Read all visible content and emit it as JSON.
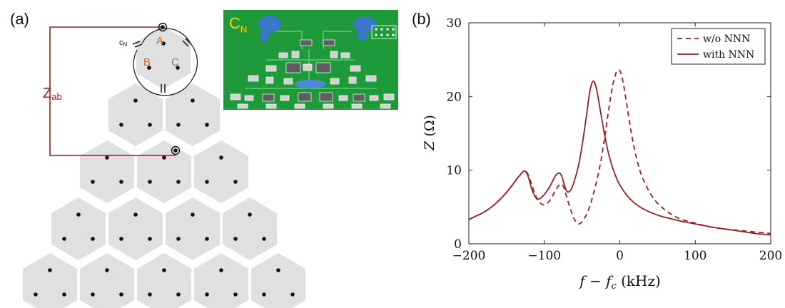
{
  "panels": {
    "a": {
      "label": "(a)"
    },
    "b": {
      "label": "(b)"
    }
  },
  "lattice": {
    "sites": [
      "A",
      "B",
      "C"
    ],
    "coupling_label": "c",
    "coupling_sub": "N",
    "impedance_label": "Z",
    "impedance_sub": "ab",
    "colors": {
      "hex": "#e0e0e0",
      "dot": "#111111",
      "wire": "#9a1f24",
      "site_label": "#c86a2a"
    }
  },
  "pcb_photo": {
    "label": "C",
    "label_sub": "N",
    "colors": {
      "board": "#1f9a3a",
      "label": "#ffd400",
      "capacitor": "#3a78c8"
    }
  },
  "chart_data": {
    "type": "line",
    "xlabel": "f − f",
    "xlabel_sub": "c",
    "xlabel_unit": " (kHz)",
    "ylabel": "Z",
    "ylabel_unit": " (Ω)",
    "xlim": [
      -200,
      200
    ],
    "ylim": [
      0,
      30
    ],
    "xticks": [
      -200,
      -100,
      0,
      100,
      200
    ],
    "yticks": [
      0,
      10,
      20,
      30
    ],
    "legend": {
      "placement": "top-right"
    },
    "series": [
      {
        "name": "w/o NNN",
        "style": "dashed",
        "color": "#9a1f24",
        "x": [
          -200,
          -190,
          -180,
          -170,
          -160,
          -150,
          -140,
          -135,
          -130,
          -127,
          -124,
          -121,
          -118,
          -115,
          -110,
          -105,
          -100,
          -95,
          -90,
          -85,
          -80,
          -77,
          -74,
          -70,
          -65,
          -60,
          -55,
          -50,
          -45,
          -40,
          -35,
          -30,
          -25,
          -20,
          -15,
          -10,
          -5,
          -2,
          0,
          2,
          5,
          10,
          15,
          20,
          25,
          30,
          40,
          50,
          60,
          70,
          80,
          100,
          120,
          140,
          160,
          180,
          200
        ],
        "y": [
          3.3,
          3.8,
          4.3,
          5.0,
          5.9,
          7.0,
          8.3,
          9.0,
          9.6,
          9.9,
          9.8,
          9.3,
          8.4,
          7.5,
          6.2,
          5.5,
          5.3,
          5.6,
          6.3,
          7.3,
          8.0,
          8.1,
          7.6,
          6.2,
          4.6,
          3.3,
          2.7,
          3.0,
          3.8,
          5.0,
          6.8,
          8.8,
          11.3,
          14.5,
          18.0,
          21.2,
          23.2,
          23.6,
          23.5,
          23.0,
          21.6,
          18.4,
          15.2,
          12.6,
          10.5,
          9.0,
          6.9,
          5.5,
          4.6,
          3.9,
          3.4,
          2.8,
          2.3,
          2.0,
          1.8,
          1.6,
          1.4
        ]
      },
      {
        "name": "with NNN",
        "style": "solid",
        "color": "#9a1f24",
        "x": [
          -200,
          -190,
          -180,
          -170,
          -160,
          -150,
          -140,
          -135,
          -130,
          -127,
          -124,
          -121,
          -118,
          -115,
          -110,
          -105,
          -100,
          -95,
          -90,
          -85,
          -80,
          -77,
          -74,
          -70,
          -65,
          -60,
          -55,
          -50,
          -45,
          -40,
          -37,
          -35,
          -33,
          -30,
          -25,
          -20,
          -15,
          -10,
          -5,
          0,
          10,
          20,
          30,
          40,
          50,
          60,
          80,
          100,
          120,
          140,
          160,
          180,
          200
        ],
        "y": [
          3.3,
          3.8,
          4.3,
          5.0,
          5.9,
          7.0,
          8.3,
          9.0,
          9.6,
          9.9,
          9.7,
          9.0,
          7.9,
          7.0,
          6.1,
          6.2,
          6.7,
          7.4,
          8.3,
          9.3,
          9.6,
          9.2,
          8.2,
          7.1,
          7.3,
          8.6,
          10.5,
          13.3,
          16.8,
          20.5,
          21.8,
          22.1,
          21.8,
          20.6,
          17.6,
          14.7,
          12.3,
          10.5,
          9.1,
          8.0,
          6.5,
          5.5,
          4.8,
          4.3,
          3.9,
          3.6,
          3.1,
          2.7,
          2.3,
          2.0,
          1.7,
          1.4,
          1.2
        ]
      }
    ]
  }
}
